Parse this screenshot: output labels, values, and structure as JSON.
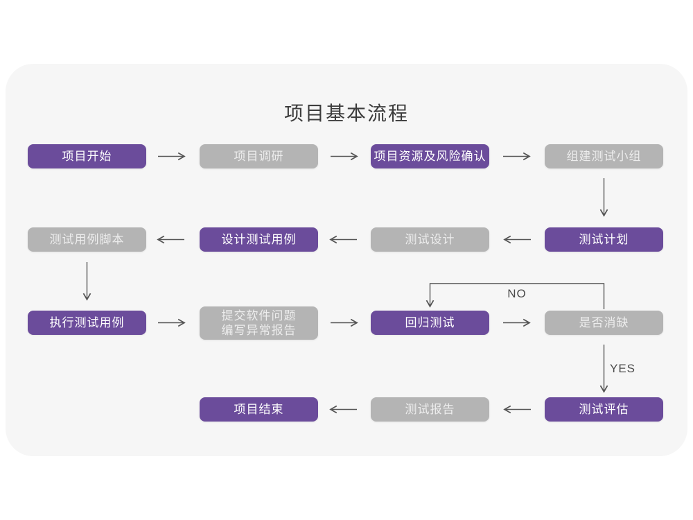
{
  "title": "项目基本流程",
  "labels": {
    "no": "NO",
    "yes": "YES"
  },
  "colors": {
    "purple": "#6B4C9B",
    "gray": "#B4B4B4",
    "text_on_purple": "#FFFFFF",
    "text_on_gray": "#EDEDED",
    "card_background": "#F6F6F6",
    "page_background": "#FFFFFF",
    "arrow": "#555555",
    "title": "#3C3C3C",
    "decision_label": "#4A4A4A"
  },
  "nodes": [
    {
      "label": "项目开始",
      "variant": "purple"
    },
    {
      "label": "项目调研",
      "variant": "gray"
    },
    {
      "label": "项目资源及风险确认",
      "variant": "purple"
    },
    {
      "label": "组建测试小组",
      "variant": "gray"
    },
    {
      "label": "测试用例脚本",
      "variant": "gray"
    },
    {
      "label": "设计测试用例",
      "variant": "purple"
    },
    {
      "label": "测试设计",
      "variant": "gray"
    },
    {
      "label": "测试计划",
      "variant": "purple"
    },
    {
      "label": "执行测试用例",
      "variant": "purple"
    },
    {
      "line1": "提交软件问题",
      "line2": "编写异常报告",
      "variant": "gray"
    },
    {
      "label": "回归测试",
      "variant": "purple"
    },
    {
      "label": "是否消缺",
      "variant": "gray"
    },
    {
      "label": "项目结束",
      "variant": "purple"
    },
    {
      "label": "测试报告",
      "variant": "gray"
    },
    {
      "label": "测试评估",
      "variant": "purple"
    }
  ]
}
